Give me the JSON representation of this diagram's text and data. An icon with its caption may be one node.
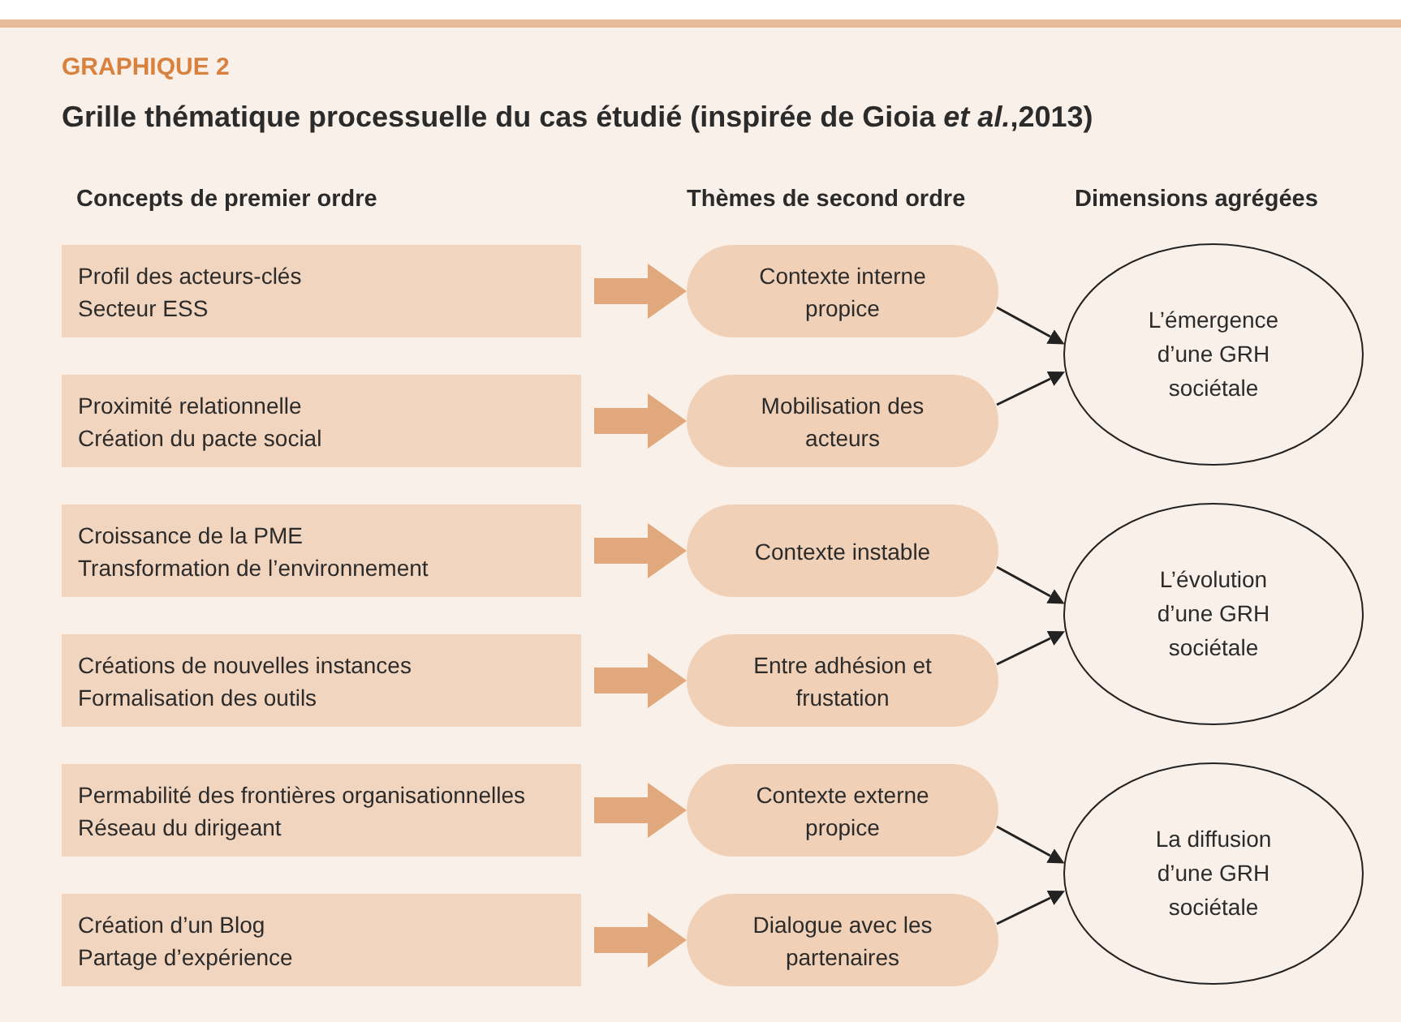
{
  "diagram": {
    "title": "Grille thématique processuelle du cas étudié (inspirée de Gioia *et al.*,2013)",
    "nodes": [
      {
        "text": [
          "Profil des acteurs-clés",
          "Secteur ESS"
        ]
      },
      {
        "text": [
          "Proximité relationnelle",
          "Création du pacte social"
        ]
      },
      {
        "text": [
          "Croissance de la PME",
          "Transformation de l’environnement"
        ]
      },
      {
        "text": [
          "Créations de nouvelles instances",
          "Formalisation des outils"
        ]
      },
      {
        "text": [
          "Permabilité des frontières organisationnelles",
          "Réseau du dirigeant"
        ]
      },
      {
        "text": [
          "Création d’un Blog",
          "Partage d’expérience"
        ]
      },
      {
        "text": [
          "Contexte interne propice"
        ]
      },
      {
        "text": [
          "Mobilisation des acteurs"
        ]
      },
      {
        "text": [
          "Contexte instable"
        ]
      },
      {
        "text": [
          "Entre adhésion et frustation"
        ]
      },
      {
        "text": [
          "Contexte externe propice"
        ]
      },
      {
        "text": [
          "Dialogue avec les partenaires"
        ]
      },
      {
        "text": [
          "L’émergence d’une GRH sociétale"
        ]
      },
      {
        "text": [
          "L’évolution d’une GRH sociétale"
        ]
      },
      {
        "text": [
          "La diffusion d’une GRH sociétale"
        ]
      }
    ],
    "edges": [
      {
        "from": 0,
        "to": 6,
        "arrow": "to",
        "style": "thick",
        "color": "#e0a87c"
      },
      {
        "from": 1,
        "to": 7,
        "arrow": "to",
        "style": "thick",
        "color": "#e0a87c"
      },
      {
        "from": 2,
        "to": 8,
        "arrow": "to",
        "style": "thick",
        "color": "#e0a87c"
      },
      {
        "from": 3,
        "to": 9,
        "arrow": "to",
        "style": "thick",
        "color": "#e0a87c"
      },
      {
        "from": 4,
        "to": 10,
        "arrow": "to",
        "style": "thick",
        "color": "#e0a87c"
      },
      {
        "from": 5,
        "to": 11,
        "arrow": "to",
        "style": "thick",
        "color": "#e0a87c"
      },
      {
        "from": 6,
        "to": 12,
        "arrow": "to",
        "color": "#222222"
      },
      {
        "from": 7,
        "to": 12,
        "arrow": "to",
        "color": "#222222"
      },
      {
        "from": 8,
        "to": 13,
        "arrow": "to",
        "color": "#222222"
      },
      {
        "from": 9,
        "to": 13,
        "arrow": "to",
        "color": "#222222"
      },
      {
        "from": 10,
        "to": 14,
        "arrow": "to",
        "color": "#222222"
      },
      {
        "from": 11,
        "to": 14,
        "arrow": "to",
        "color": "#222222"
      }
    ],
    "labels": [
      "GRAPHIQUE 2",
      "Concepts de premier ordre",
      "Thèmes de second ordre",
      "Dimensions agrégées"
    ]
  }
}
